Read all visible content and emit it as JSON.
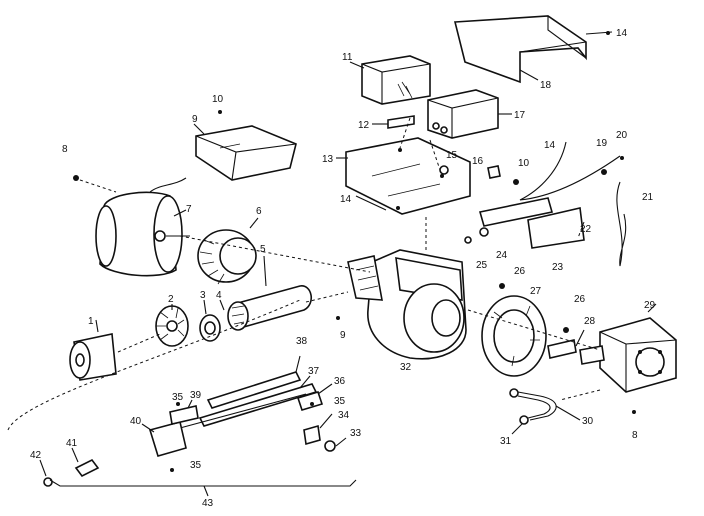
{
  "callouts": [
    {
      "id": "c1",
      "text": "1"
    },
    {
      "id": "c2",
      "text": "2"
    },
    {
      "id": "c3",
      "text": "3"
    },
    {
      "id": "c4",
      "text": "4"
    },
    {
      "id": "c5",
      "text": "5"
    },
    {
      "id": "c6",
      "text": "6"
    },
    {
      "id": "c7",
      "text": "7"
    },
    {
      "id": "c8a",
      "text": "8"
    },
    {
      "id": "c8b",
      "text": "8"
    },
    {
      "id": "c9a",
      "text": "9"
    },
    {
      "id": "c9b",
      "text": "9"
    },
    {
      "id": "c10a",
      "text": "10"
    },
    {
      "id": "c10b",
      "text": "10"
    },
    {
      "id": "c11",
      "text": "11"
    },
    {
      "id": "c12",
      "text": "12"
    },
    {
      "id": "c13",
      "text": "13"
    },
    {
      "id": "c14a",
      "text": "14"
    },
    {
      "id": "c14b",
      "text": "14"
    },
    {
      "id": "c14c",
      "text": "14"
    },
    {
      "id": "c15",
      "text": "15"
    },
    {
      "id": "c16",
      "text": "16"
    },
    {
      "id": "c17",
      "text": "17"
    },
    {
      "id": "c18",
      "text": "18"
    },
    {
      "id": "c19",
      "text": "19"
    },
    {
      "id": "c20",
      "text": "20"
    },
    {
      "id": "c21",
      "text": "21"
    },
    {
      "id": "c22",
      "text": "22"
    },
    {
      "id": "c23",
      "text": "23"
    },
    {
      "id": "c24",
      "text": "24"
    },
    {
      "id": "c25",
      "text": "25"
    },
    {
      "id": "c26a",
      "text": "26"
    },
    {
      "id": "c26b",
      "text": "26"
    },
    {
      "id": "c27",
      "text": "27"
    },
    {
      "id": "c28",
      "text": "28"
    },
    {
      "id": "c29",
      "text": "29"
    },
    {
      "id": "c30",
      "text": "30"
    },
    {
      "id": "c31",
      "text": "31"
    },
    {
      "id": "c32",
      "text": "32"
    },
    {
      "id": "c33",
      "text": "33"
    },
    {
      "id": "c34",
      "text": "34"
    },
    {
      "id": "c35a",
      "text": "35"
    },
    {
      "id": "c35b",
      "text": "35"
    },
    {
      "id": "c35c",
      "text": "35"
    },
    {
      "id": "c36",
      "text": "36"
    },
    {
      "id": "c37",
      "text": "37"
    },
    {
      "id": "c38",
      "text": "38"
    },
    {
      "id": "c39",
      "text": "39"
    },
    {
      "id": "c40",
      "text": "40"
    },
    {
      "id": "c41",
      "text": "41"
    },
    {
      "id": "c42",
      "text": "42"
    },
    {
      "id": "c43",
      "text": "43"
    }
  ]
}
